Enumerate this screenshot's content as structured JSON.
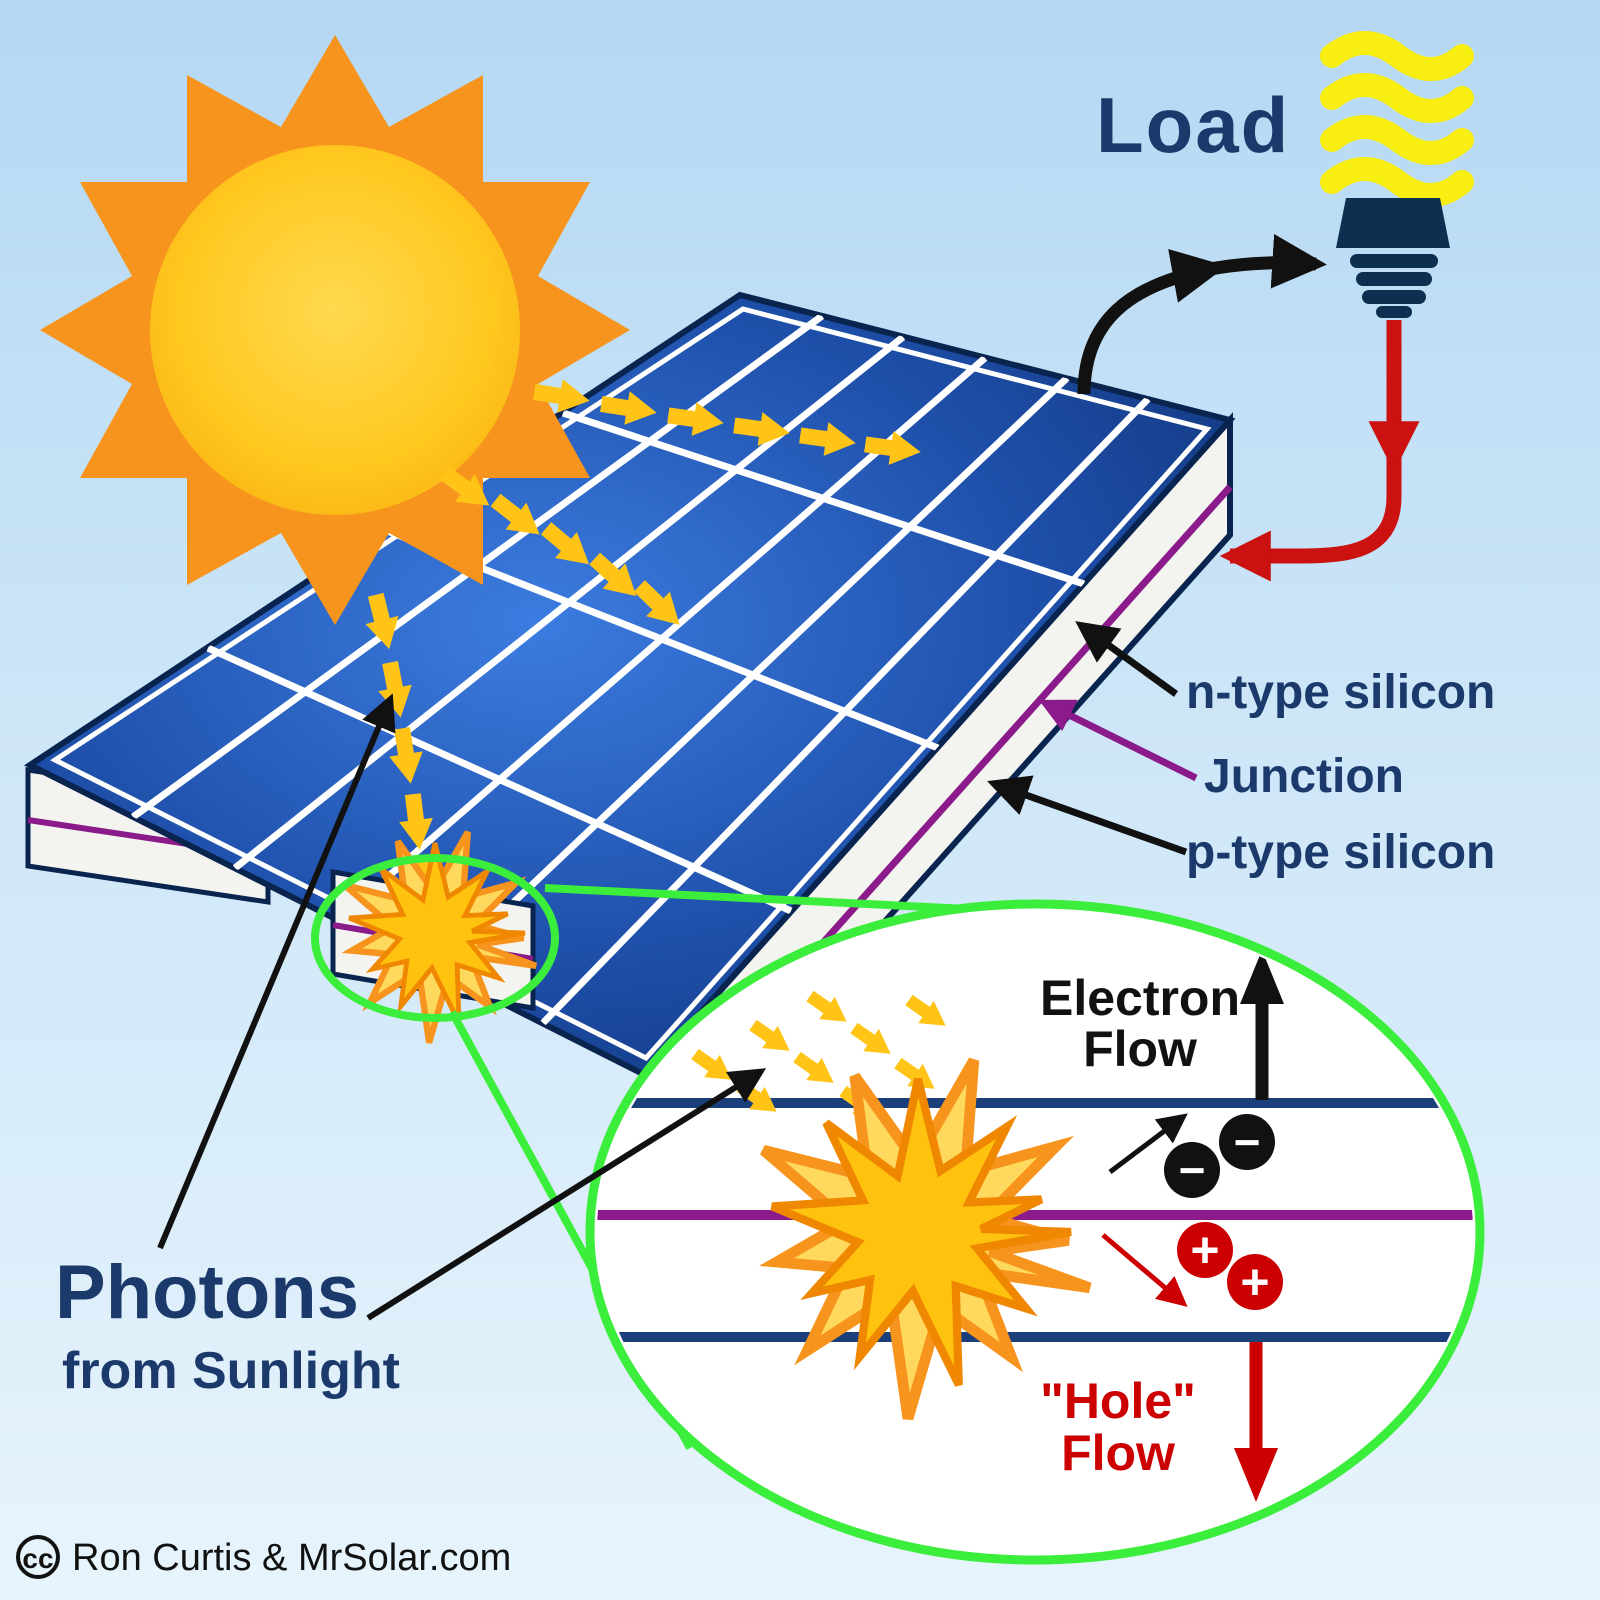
{
  "load": {
    "label": "Load"
  },
  "panel_labels": {
    "n_type": "n-type silicon",
    "junction": "Junction",
    "p_type": "p-type silicon"
  },
  "photons": {
    "title": "Photons",
    "subtitle": "from Sunlight"
  },
  "zoom": {
    "electron_line1": "Electron",
    "electron_line2": "Flow",
    "hole_line1": "\"Hole\"",
    "hole_line2": "Flow",
    "minus": "−",
    "plus": "+"
  },
  "credit": {
    "cc": "cc",
    "text": "Ron Curtis & MrSolar.com"
  },
  "colors": {
    "background_top": "#b5d8f3",
    "background_bottom": "#e7f4fc",
    "sun_ray_orange": "#f7941d",
    "sun_body_yellow": "#ffc81f",
    "panel_blue_dark": "#0f2f6e",
    "panel_blue_light": "#3670cf",
    "panel_grid_white": "#ffffff",
    "silicon_white": "#f3f3ef",
    "junction_purple": "#8b1a8b",
    "outline_navy": "#0a2450",
    "photon_yellow": "#ffc416",
    "starburst_orange": "#ef8700",
    "zoom_green": "#3bee3b",
    "electron_black": "#111111",
    "hole_red": "#cc0000",
    "wire_red": "#cc1111",
    "label_navy": "#1b3a6b",
    "bulb_yellow": "#f8ee12",
    "bulb_base_navy": "#0d3050",
    "zoom_line_blue": "#1b3f7a"
  },
  "icons": [
    "sun-icon",
    "solar-panel",
    "photon-icon",
    "starburst-icon",
    "zoom-lens",
    "cfl-bulb-icon",
    "electron-icon",
    "hole-icon",
    "cc-icon"
  ]
}
